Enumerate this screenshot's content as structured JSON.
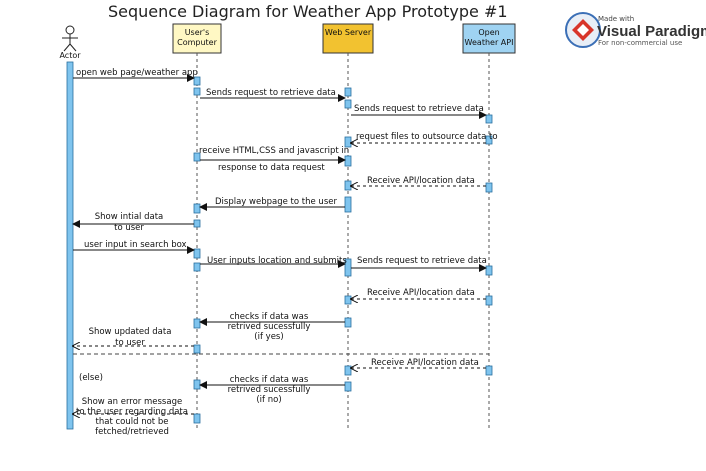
{
  "title": "Sequence Diagram for Weather App Prototype #1",
  "watermark": {
    "made_with": "Made with",
    "brand": "Visual Paradigm",
    "note": "For non-commercial use"
  },
  "actor": {
    "name": "Actor"
  },
  "participants": [
    {
      "id": "users-computer",
      "lines": [
        "User's",
        "Computer"
      ],
      "fill": "#fff8c4"
    },
    {
      "id": "web-server",
      "lines": [
        "Web Server"
      ],
      "fill": "#f2c230"
    },
    {
      "id": "open-weather-api",
      "lines": [
        "Open",
        "Weather API"
      ],
      "fill": "#9fd3f2"
    }
  ],
  "messages": [
    {
      "lines": [
        "open web page/weather app"
      ],
      "from": "actor",
      "to": "users-computer",
      "type": "sync"
    },
    {
      "lines": [
        "Sends request to retrieve data"
      ],
      "from": "users-computer",
      "to": "web-server",
      "type": "sync"
    },
    {
      "lines": [
        "Sends request to retrieve data"
      ],
      "from": "web-server",
      "to": "open-weather-api",
      "type": "sync"
    },
    {
      "lines": [
        "request files to outsource data to"
      ],
      "from": "open-weather-api",
      "to": "web-server",
      "type": "reply"
    },
    {
      "lines": [
        "receive HTML,CSS and javascript in",
        "response to data request"
      ],
      "from": "users-computer",
      "to": "web-server",
      "type": "sync"
    },
    {
      "lines": [
        "Receive API/location data"
      ],
      "from": "open-weather-api",
      "to": "web-server",
      "type": "reply"
    },
    {
      "lines": [
        "Display webpage to the user"
      ],
      "from": "web-server",
      "to": "users-computer",
      "type": "sync"
    },
    {
      "lines": [
        "Show intial data",
        "to user"
      ],
      "from": "users-computer",
      "to": "actor",
      "type": "sync"
    },
    {
      "lines": [
        "user input in search box"
      ],
      "from": "actor",
      "to": "users-computer",
      "type": "sync"
    },
    {
      "lines": [
        "User inputs location and submits"
      ],
      "from": "users-computer",
      "to": "web-server",
      "type": "sync"
    },
    {
      "lines": [
        "Sends request to retrieve data"
      ],
      "from": "web-server",
      "to": "open-weather-api",
      "type": "sync"
    },
    {
      "lines": [
        "Receive API/location data"
      ],
      "from": "open-weather-api",
      "to": "web-server",
      "type": "reply"
    },
    {
      "lines": [
        "checks if data was",
        "retrived sucessfully",
        "(if yes)"
      ],
      "from": "web-server",
      "to": "users-computer",
      "type": "sync"
    },
    {
      "lines": [
        "Show updated data",
        "to user"
      ],
      "from": "users-computer",
      "to": "actor",
      "type": "reply"
    },
    {
      "lines": [
        "Receive API/location data"
      ],
      "from": "open-weather-api",
      "to": "web-server",
      "type": "reply"
    },
    {
      "lines": [
        "checks if data was",
        "retrived sucessfully",
        "(if no)"
      ],
      "from": "web-server",
      "to": "users-computer",
      "type": "sync"
    },
    {
      "lines": [
        "Show an error message",
        "to the user regarding data",
        "that could not be",
        "fetched/retrieved"
      ],
      "from": "users-computer",
      "to": "actor",
      "type": "reply"
    }
  ],
  "fragment": {
    "else_label": "(else)"
  }
}
